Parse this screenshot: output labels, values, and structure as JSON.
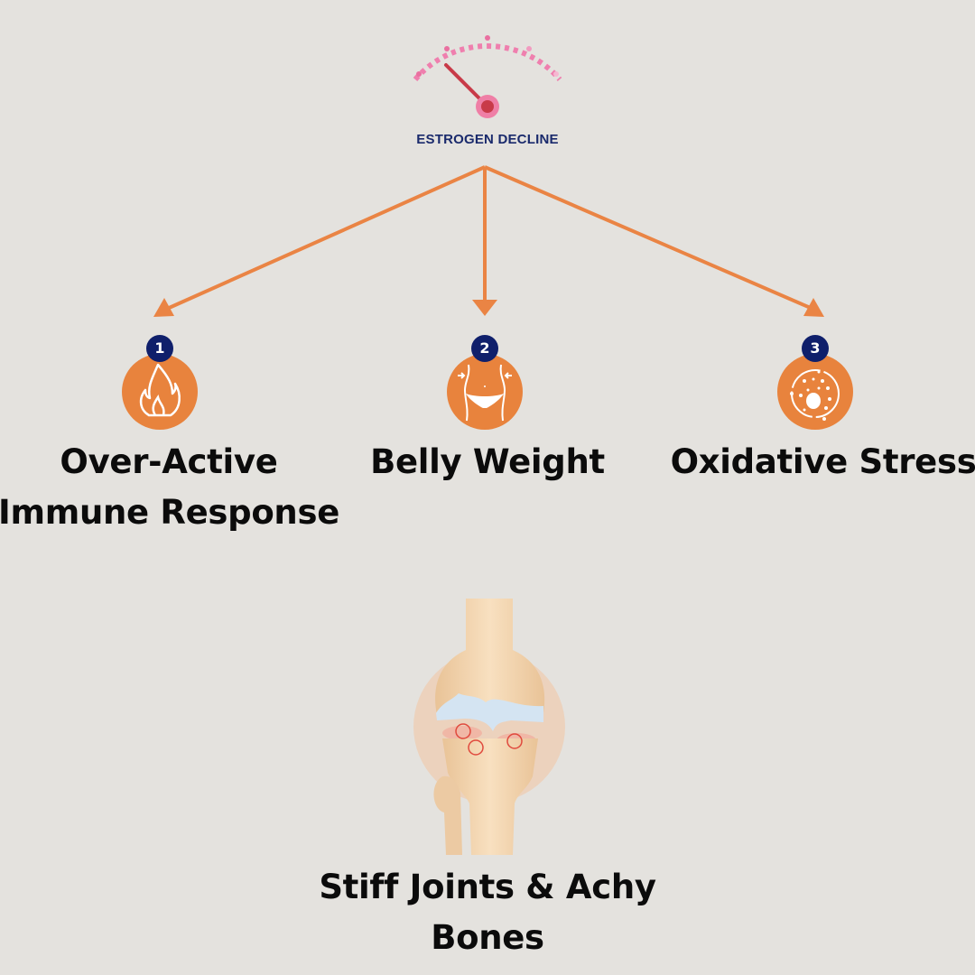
{
  "header": {
    "title": "ESTROGEN DECLINE",
    "gauge_icon": "estrogen-gauge-icon"
  },
  "colors": {
    "background": "#e4e2de",
    "accent": "#e8833d",
    "navy": "#0f1f6b",
    "text": "#0b0b0b"
  },
  "effects": [
    {
      "number": "1",
      "icon": "flame-icon",
      "line1": "Over-Active",
      "line2": "Immune Response"
    },
    {
      "number": "2",
      "icon": "waist-icon",
      "line1": "Belly Weight",
      "line2": ""
    },
    {
      "number": "3",
      "icon": "cell-icon",
      "line1": "Oxidative Stress",
      "line2": ""
    }
  ],
  "outcome": {
    "line1": "Stiff Joints & Achy",
    "line2": "Bones",
    "icon": "knee-joint-illustration"
  }
}
